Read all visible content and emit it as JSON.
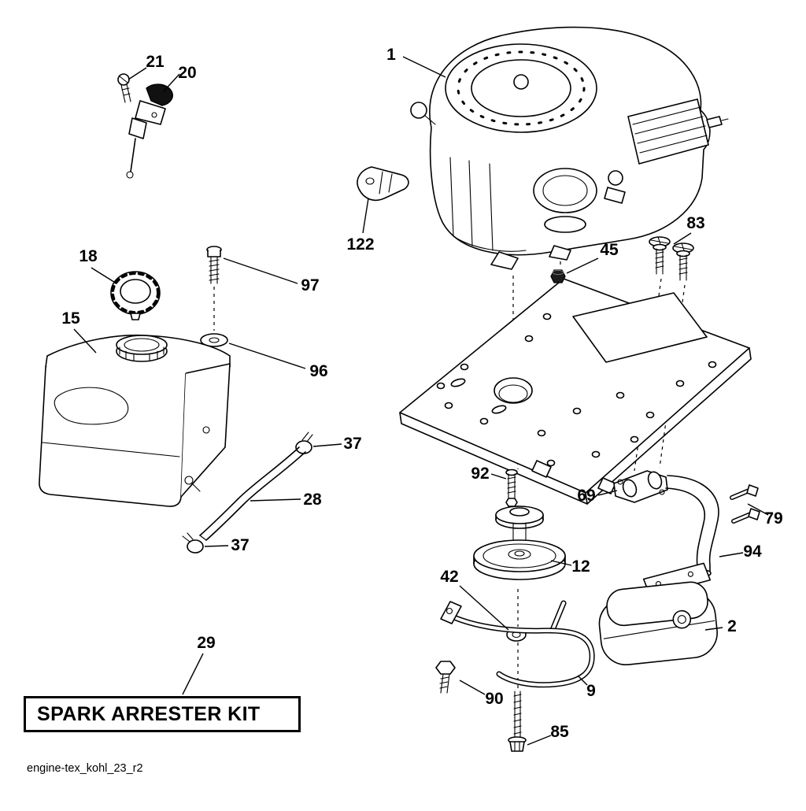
{
  "diagram": {
    "title": "Engine exploded parts diagram",
    "colors": {
      "line": "#000000",
      "background": "#ffffff",
      "knob": "#111111"
    }
  },
  "kit": {
    "label": "SPARK ARRESTER KIT"
  },
  "footer": {
    "text": "engine-tex_kohl_23_r2"
  },
  "parts": {
    "n1": "1",
    "n2": "2",
    "n9": "9",
    "n12": "12",
    "n15": "15",
    "n18": "18",
    "n20": "20",
    "n21": "21",
    "n28": "28",
    "n29": "29",
    "n37": "37",
    "n42": "42",
    "n45": "45",
    "n69": "69",
    "n79": "79",
    "n83": "83",
    "n85": "85",
    "n90": "90",
    "n92": "92",
    "n94": "94",
    "n96": "96",
    "n97": "97",
    "n122": "122"
  }
}
